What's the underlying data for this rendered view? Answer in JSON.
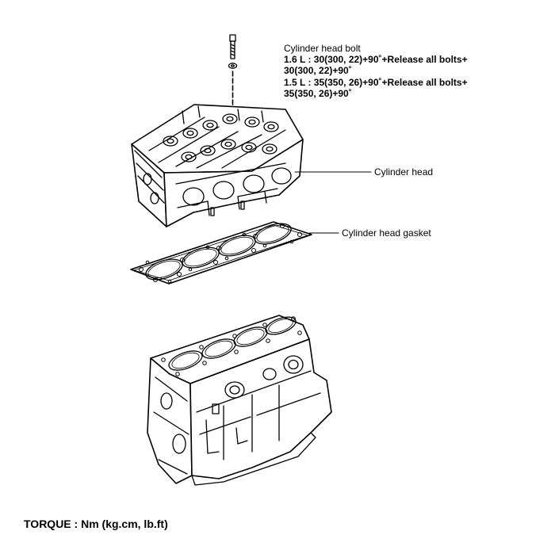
{
  "callouts": {
    "bolt": {
      "title": "Cylinder head bolt",
      "spec_16_line1": "1.6 L : 30(300, 22)+90˚+Release all bolts+",
      "spec_16_line2": "30(300, 22)+90˚",
      "spec_15_line1": "1.5 L : 35(350, 26)+90˚+Release all bolts+",
      "spec_15_line2": "35(350, 26)+90˚"
    },
    "head": "Cylinder head",
    "gasket": "Cylinder head  gasket"
  },
  "torque_note": "TORQUE : Nm (kg.cm, lb.ft)"
}
